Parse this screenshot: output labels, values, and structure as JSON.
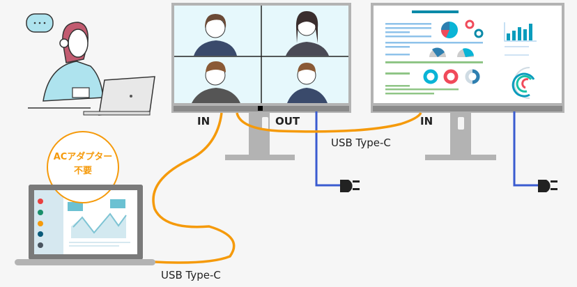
{
  "labels": {
    "monitor1_in": "IN",
    "monitor1_out": "OUT",
    "monitor2_in": "IN",
    "cable_between_monitors": "USB Type-C",
    "cable_laptop_to_monitor": "USB Type-C"
  },
  "badge": {
    "line1": "ACアダプター",
    "line2": "不要"
  },
  "colors": {
    "usb_cable": "#f59a0b",
    "power_cable": "#3a5bd0",
    "monitor_frame": "#b3b3b3",
    "accent_teal": "#0aa3c2"
  }
}
